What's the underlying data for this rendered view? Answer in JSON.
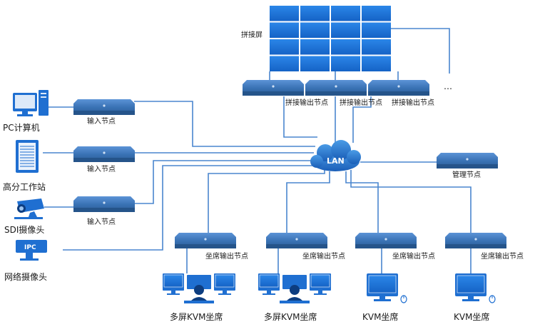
{
  "videowall": {
    "label": "拼接屏",
    "rows": 4,
    "cols": 4
  },
  "ellipsis": "…",
  "lan": {
    "label": "LAN"
  },
  "splice_outputs": {
    "label": "拼接输出节点"
  },
  "sources": [
    {
      "label": "PC计算机",
      "icon": "pc-icon"
    },
    {
      "label": "高分工作站",
      "icon": "workstation-icon"
    },
    {
      "label": "SDI摄像头",
      "icon": "sdi-camera-icon"
    },
    {
      "label": "网络摄像头",
      "icon": "ipc-camera-icon",
      "icon_text": "IPC"
    }
  ],
  "input_node": {
    "label": "输入节点"
  },
  "management_node": {
    "label": "管理节点"
  },
  "seat_output": {
    "label": "坐席输出节点"
  },
  "seats": [
    {
      "label": "多屏KVM坐席",
      "kind": "multi"
    },
    {
      "label": "多屏KVM坐席",
      "kind": "multi"
    },
    {
      "label": "KVM坐席",
      "kind": "single"
    },
    {
      "label": "KVM坐席",
      "kind": "single"
    }
  ],
  "colors": {
    "accent": "#1f6fd1",
    "device": "#3a73b5",
    "device_dark": "#25548a",
    "line": "#4a86cf"
  }
}
